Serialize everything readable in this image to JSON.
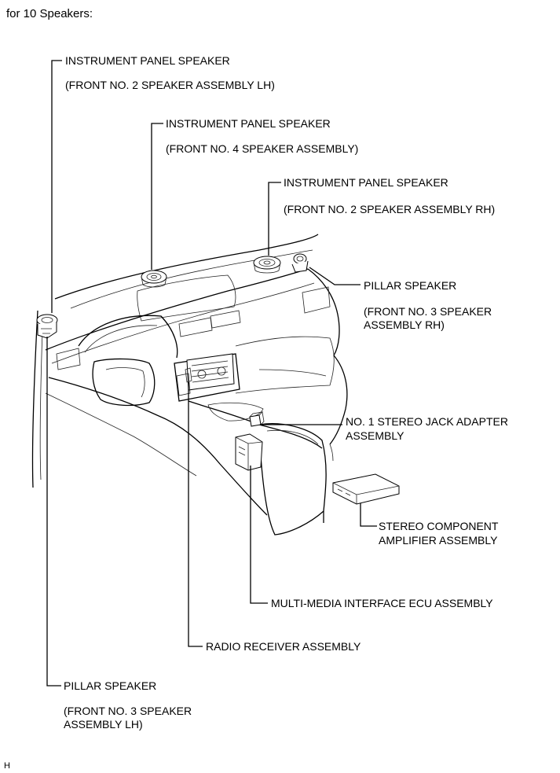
{
  "heading": "for 10 Speakers:",
  "callouts": {
    "ip_speaker_lh": {
      "line1": "INSTRUMENT PANEL SPEAKER",
      "line2": "(FRONT NO. 2 SPEAKER ASSEMBLY LH)"
    },
    "ip_speaker_center": {
      "line1": "INSTRUMENT PANEL SPEAKER",
      "line2": "(FRONT NO. 4 SPEAKER ASSEMBLY)"
    },
    "ip_speaker_rh": {
      "line1": "INSTRUMENT PANEL SPEAKER",
      "line2": "(FRONT NO. 2 SPEAKER ASSEMBLY RH)"
    },
    "pillar_speaker_rh": {
      "line1": "PILLAR SPEAKER",
      "line2": "(FRONT NO. 3 SPEAKER",
      "line3": "ASSEMBLY RH)"
    },
    "stereo_jack": {
      "line1": "NO. 1 STEREO JACK ADAPTER",
      "line2": "ASSEMBLY"
    },
    "amplifier": {
      "line1": "STEREO COMPONENT",
      "line2": "AMPLIFIER ASSEMBLY"
    },
    "multimedia_ecu": {
      "line1": "MULTI-MEDIA INTERFACE ECU ASSEMBLY"
    },
    "radio_receiver": {
      "line1": "RADIO RECEIVER ASSEMBLY"
    },
    "pillar_speaker_lh": {
      "line1": "PILLAR SPEAKER",
      "line2": "(FRONT NO. 3 SPEAKER",
      "line3": "ASSEMBLY LH)"
    }
  },
  "corner_code": "H"
}
